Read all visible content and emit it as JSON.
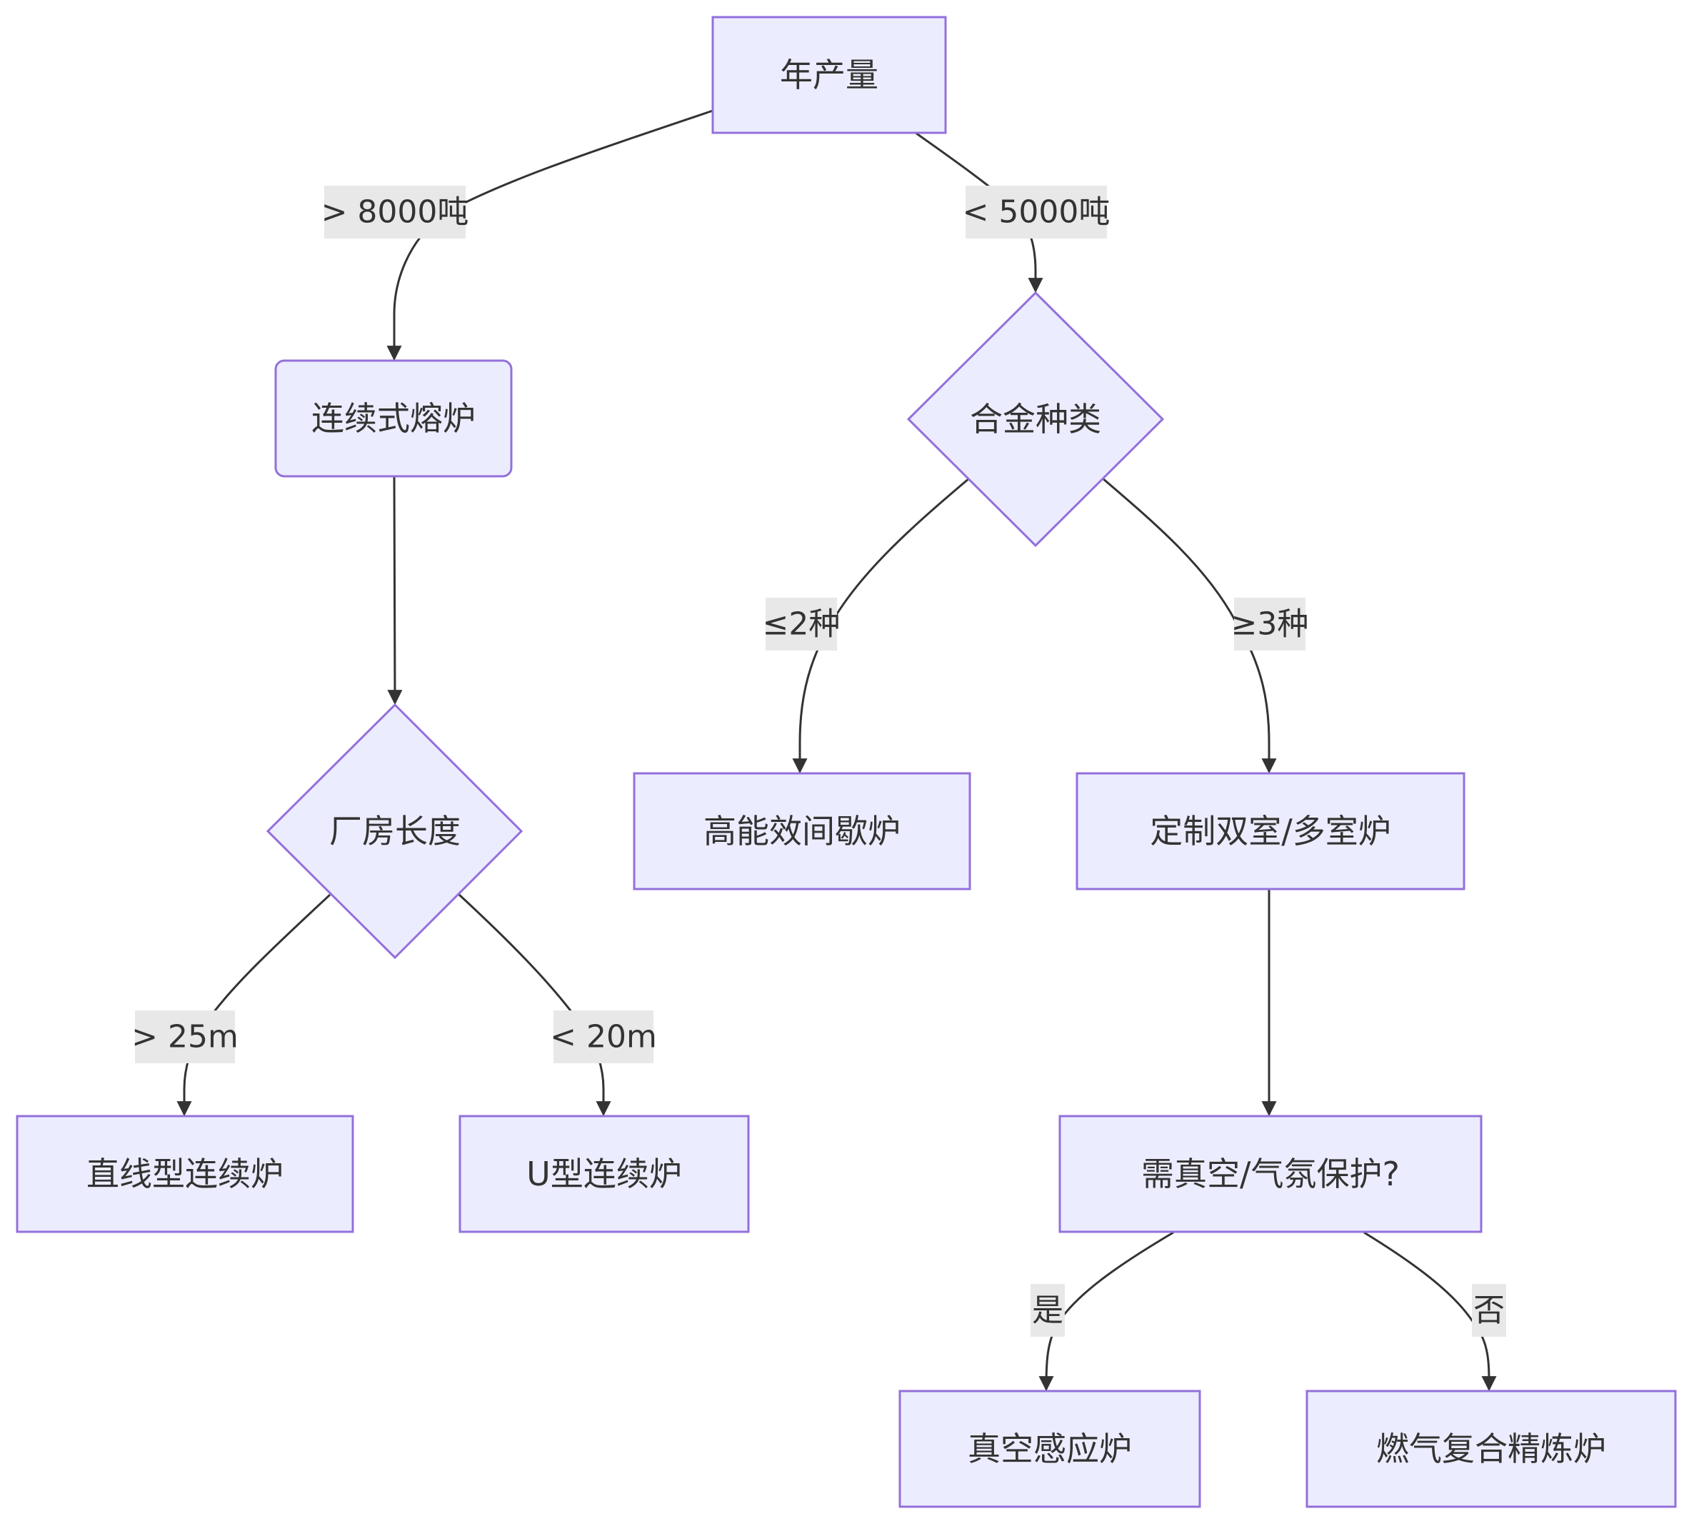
{
  "colors": {
    "node_fill": "#ececff",
    "node_stroke": "#9370db",
    "edge": "#333333",
    "label_bg": "#e8e8e8",
    "text": "#333333"
  },
  "nodes": {
    "annual_output": {
      "label": "年产量",
      "shape": "rect"
    },
    "continuous_furnace": {
      "label": "连续式熔炉",
      "shape": "rounded-rect"
    },
    "alloy_types": {
      "label": "合金种类",
      "shape": "diamond"
    },
    "plant_length": {
      "label": "厂房长度",
      "shape": "diamond"
    },
    "high_eff_batch": {
      "label": "高能效间歇炉",
      "shape": "rect"
    },
    "custom_multi_chamber": {
      "label": "定制双室/多室炉",
      "shape": "rect"
    },
    "straight_continuous": {
      "label": "直线型连续炉",
      "shape": "rect"
    },
    "u_continuous": {
      "label": "U型连续炉",
      "shape": "rect"
    },
    "need_vacuum": {
      "label": "需真空/气氛保护?",
      "shape": "rect"
    },
    "vacuum_induction": {
      "label": "真空感应炉",
      "shape": "rect"
    },
    "gas_refining": {
      "label": "燃气复合精炼炉",
      "shape": "rect"
    }
  },
  "edges": {
    "output_gt_8000": {
      "from": "annual_output",
      "to": "continuous_furnace",
      "label": "> 8000吨"
    },
    "output_lt_5000": {
      "from": "annual_output",
      "to": "alloy_types",
      "label": "< 5000吨"
    },
    "continuous_to_length": {
      "from": "continuous_furnace",
      "to": "plant_length",
      "label": ""
    },
    "alloy_le_2": {
      "from": "alloy_types",
      "to": "high_eff_batch",
      "label": "≤2种"
    },
    "alloy_ge_3": {
      "from": "alloy_types",
      "to": "custom_multi_chamber",
      "label": "≥3种"
    },
    "length_gt_25": {
      "from": "plant_length",
      "to": "straight_continuous",
      "label": "> 25m"
    },
    "length_lt_20": {
      "from": "plant_length",
      "to": "u_continuous",
      "label": "< 20m"
    },
    "custom_to_vacuum": {
      "from": "custom_multi_chamber",
      "to": "need_vacuum",
      "label": ""
    },
    "vacuum_yes": {
      "from": "need_vacuum",
      "to": "vacuum_induction",
      "label": "是"
    },
    "vacuum_no": {
      "from": "need_vacuum",
      "to": "gas_refining",
      "label": "否"
    }
  }
}
